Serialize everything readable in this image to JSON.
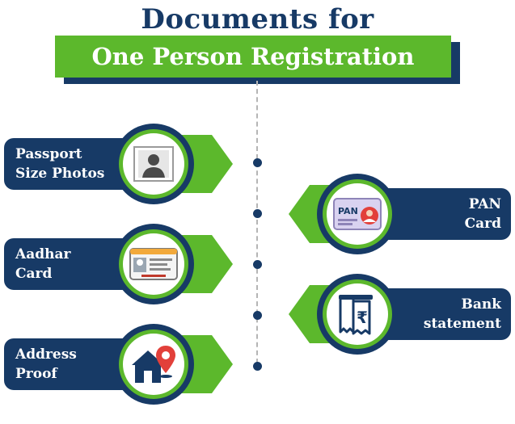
{
  "title": {
    "line1": "Documents for",
    "line2": "One Person Registration"
  },
  "colors": {
    "navy": "#173a66",
    "green": "#5cb82c",
    "dashed_line": "#b5b5b5"
  },
  "left_items": [
    {
      "line1": "Passport",
      "line2": "Size Photos",
      "icon": "photo-icon"
    },
    {
      "line1": "Aadhar",
      "line2": "Card",
      "icon": "id-card-icon"
    },
    {
      "line1": "Address",
      "line2": "Proof",
      "icon": "home-location-icon"
    }
  ],
  "right_items": [
    {
      "line1": "PAN",
      "line2": "Card",
      "icon": "pan-card-icon"
    },
    {
      "line1": "Bank",
      "line2": "statement",
      "icon": "rupee-receipt-icon"
    }
  ]
}
